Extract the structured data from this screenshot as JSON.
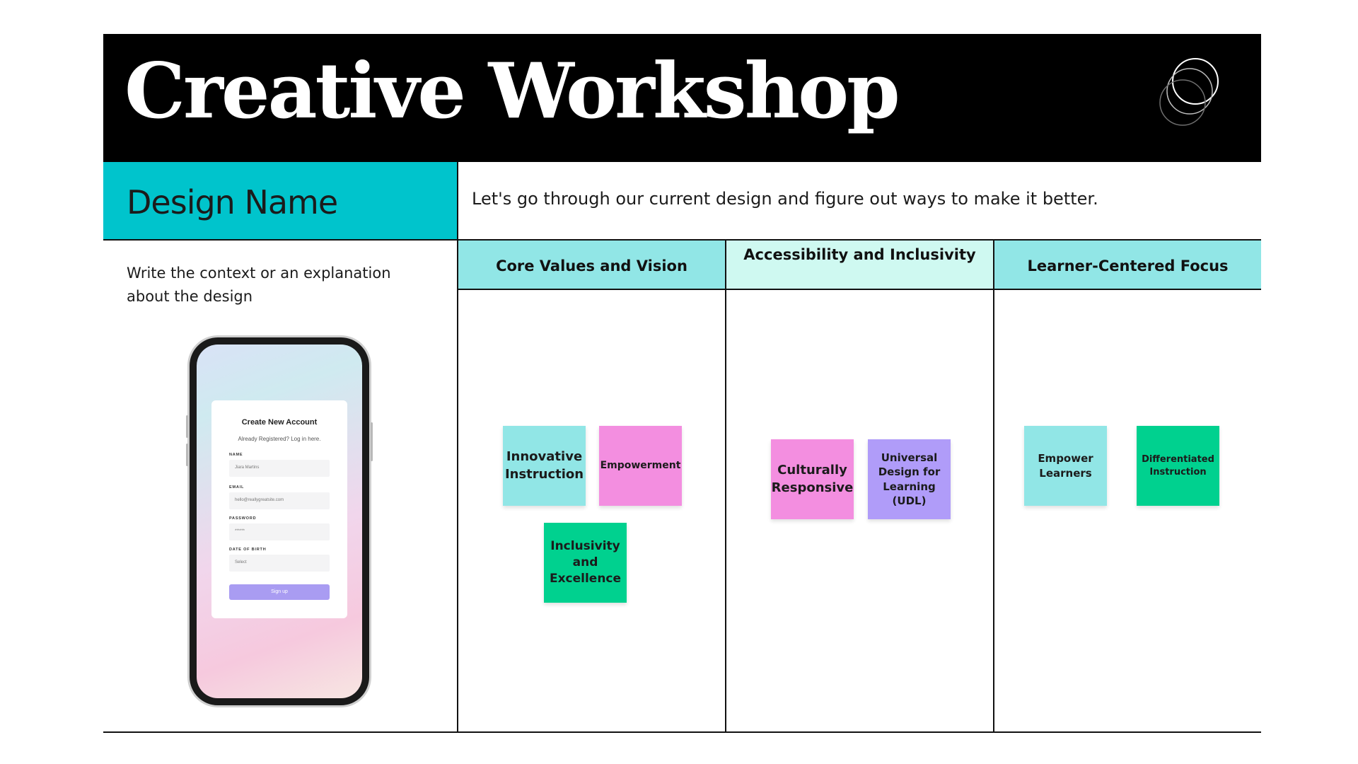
{
  "header": {
    "title": "Creative Workshop"
  },
  "design": {
    "name": "Design Name",
    "description": "Let's go through our current design and figure out ways to make it better.",
    "context": "Write the context or an explanation about the design"
  },
  "phone_form": {
    "title": "Create New Account",
    "subtitle": "Already Registered? Log in here.",
    "fields": [
      {
        "label": "NAME",
        "value": "Jiara Martins"
      },
      {
        "label": "EMAIL",
        "value": "hello@reallygreatsite.com"
      },
      {
        "label": "PASSWORD",
        "value": "******"
      },
      {
        "label": "DATE OF BIRTH",
        "value": "Select"
      }
    ],
    "button": "Sign up"
  },
  "columns": [
    {
      "title": "Core Values and Vision",
      "notes": [
        {
          "text": "Innovative Instruction",
          "color": "#91e6e6"
        },
        {
          "text": "Empowerment",
          "color": "#f38ee0"
        },
        {
          "text": "Inclusivity and Excellence",
          "color": "#00d18f"
        }
      ]
    },
    {
      "title": "Accessibility and Inclusivity",
      "notes": [
        {
          "text": "Culturally Responsive",
          "color": "#f38ee0"
        },
        {
          "text": "Universal Design for Learning (UDL)",
          "color": "#b09cf9"
        }
      ]
    },
    {
      "title": "Learner-Centered Focus",
      "notes": [
        {
          "text": "Empower Learners",
          "color": "#91e6e6"
        },
        {
          "text": "Differentiated Instruction",
          "color": "#00d18f"
        }
      ]
    }
  ],
  "colors": {
    "header_bg": "#000000",
    "name_bg": "#00c4cc",
    "column_head": "#91e6e6",
    "column_head_alt": "#cff9f1"
  }
}
